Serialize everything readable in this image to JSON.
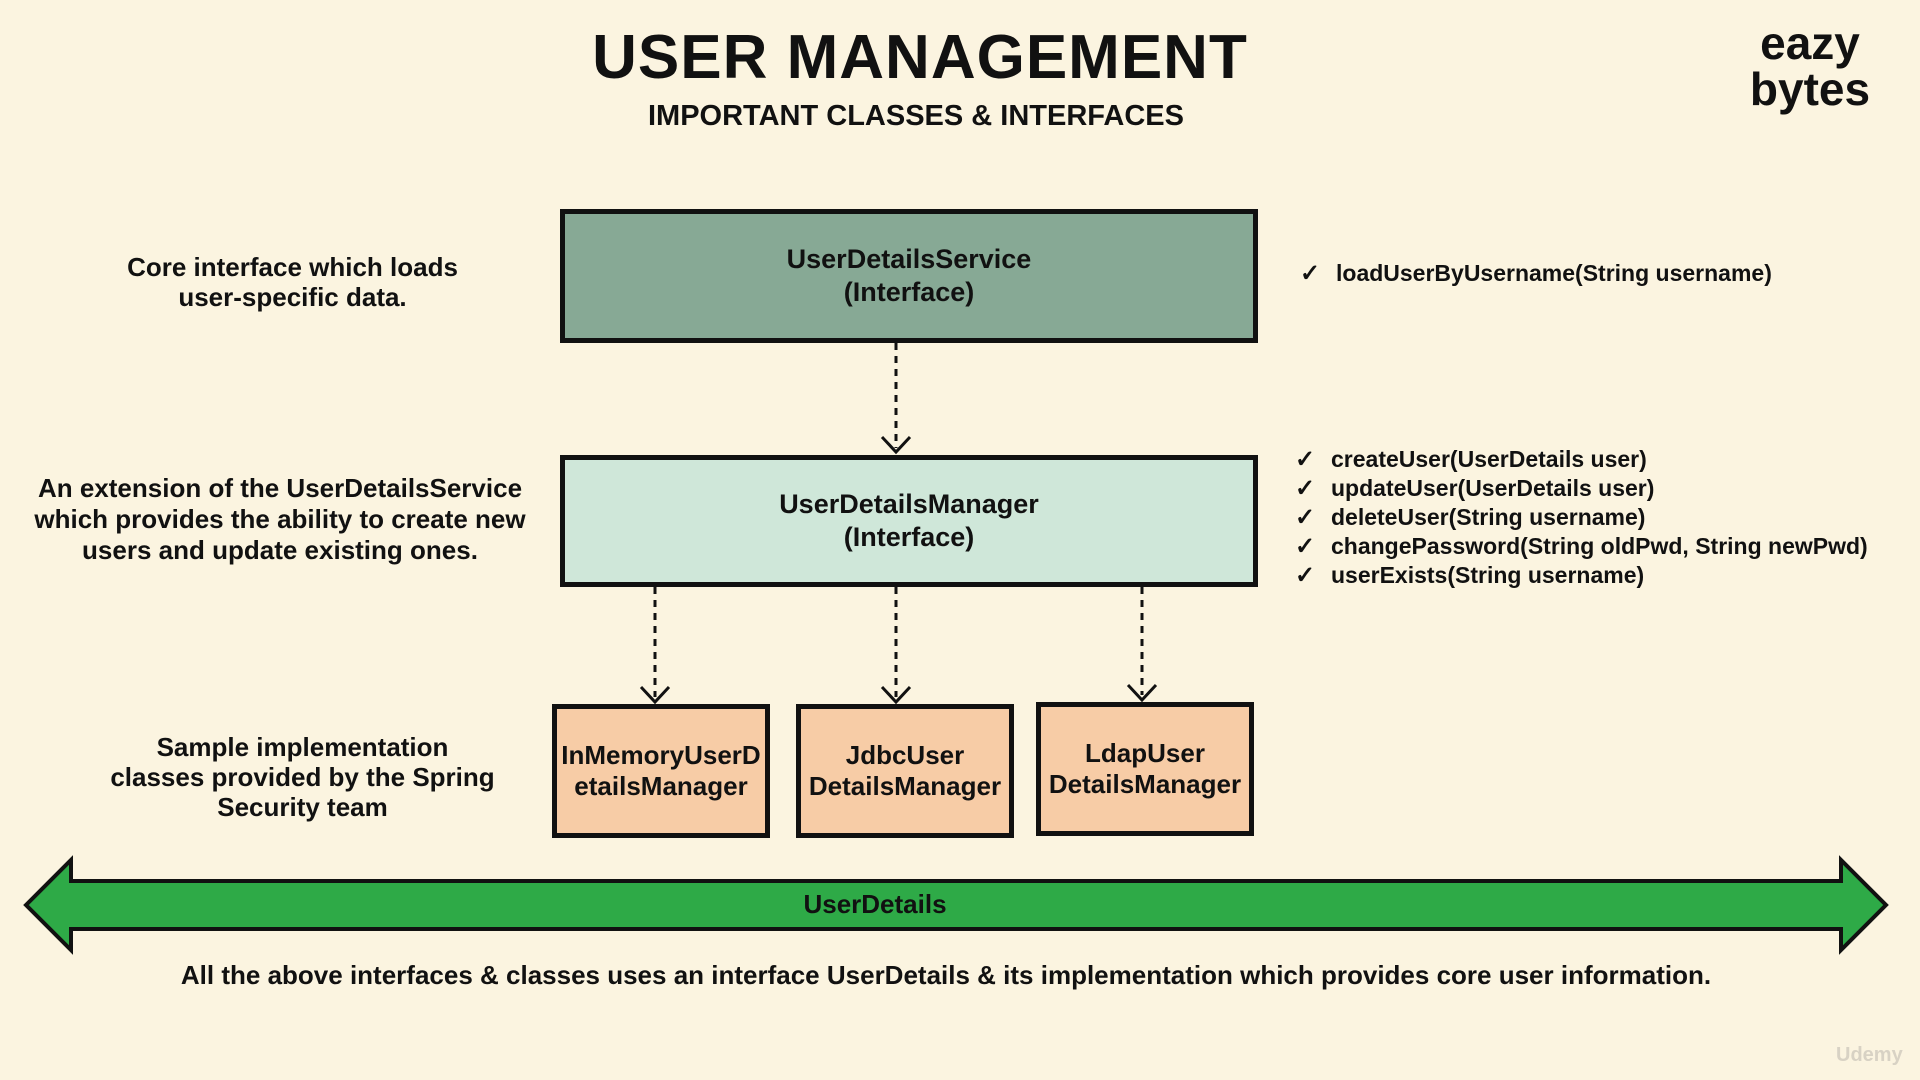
{
  "header": {
    "title": "USER MANAGEMENT",
    "subtitle": "IMPORTANT CLASSES & INTERFACES"
  },
  "logo": {
    "line1": "eazy",
    "line2": "bytes"
  },
  "notes": {
    "service": [
      "Core interface which loads",
      "user-specific data."
    ],
    "manager": [
      "An extension of the UserDetailsService",
      "which provides the ability to create new",
      "users and update existing ones."
    ],
    "implementations": [
      "Sample implementation",
      "classes provided by the Spring",
      "Security team"
    ]
  },
  "boxes": {
    "service": {
      "name": "UserDetailsService",
      "kind": "(Interface)",
      "color": "#87a995"
    },
    "manager": {
      "name": "UserDetailsManager",
      "kind": "(Interface)",
      "color": "#cfe7d9"
    },
    "implementations": [
      {
        "lines": [
          "InMemoryUserD",
          "etailsManager"
        ]
      },
      {
        "lines": [
          "JdbcUser",
          "DetailsManager"
        ]
      },
      {
        "lines": [
          "LdapUser",
          "DetailsManager"
        ]
      }
    ],
    "implementation_color": "#f7cca6"
  },
  "methods": {
    "service": [
      "loadUserByUsername(String username)"
    ],
    "manager": [
      "createUser(UserDetails user)",
      "updateUser(UserDetails user)",
      "deleteUser(String username)",
      "changePassword(String oldPwd, String newPwd)",
      "userExists(String username)"
    ],
    "check_icon": "checkmark-icon"
  },
  "banner": {
    "label": "UserDetails",
    "color": "#2eaa47"
  },
  "footer": "All the above interfaces & classes uses an interface UserDetails & its implementation which provides core user information.",
  "watermark": "Udemy"
}
